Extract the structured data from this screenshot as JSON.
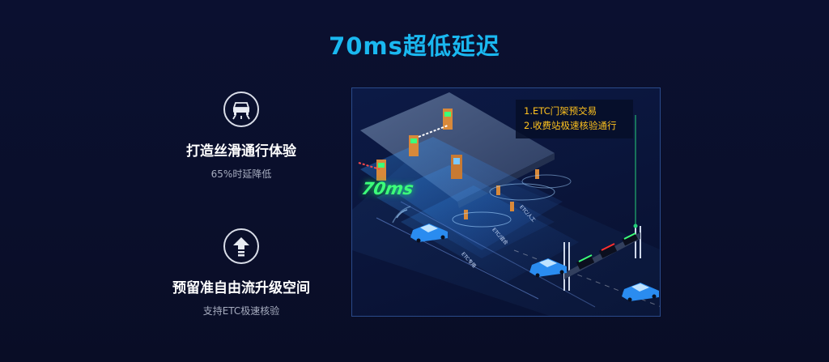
{
  "title": "70ms超低延迟",
  "features": [
    {
      "icon": "car-road-icon",
      "heading": "打造丝滑通行体验",
      "sub": "65%时延降低"
    },
    {
      "icon": "upgrade-arrow-icon",
      "heading": "预留准自由流升级空间",
      "sub": "支持ETC极速核验"
    }
  ],
  "scene": {
    "latency_label": "70ms",
    "callout": [
      "1.ETC门架预交易",
      "2.收费站极速核验通行"
    ],
    "lane_labels": [
      "ETC/人工",
      "ETC/混合",
      "ETC专用"
    ],
    "colors": {
      "accent": "#1ab8f0",
      "callout": "#ffc21e",
      "latency": "#3cff7a"
    }
  }
}
